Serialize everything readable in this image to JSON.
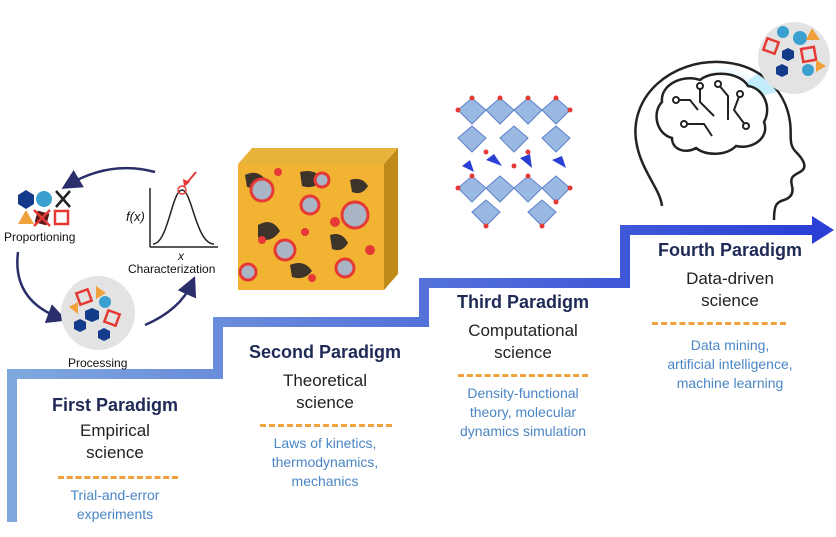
{
  "paradigms": [
    {
      "title": "First Paradigm",
      "subtitle": [
        "Empirical",
        "science"
      ],
      "description": [
        "Trial-and-error",
        "experiments"
      ]
    },
    {
      "title": "Second Paradigm",
      "subtitle": [
        "Theoretical",
        "science"
      ],
      "description": [
        "Laws of kinetics,",
        "thermodynamics,",
        "mechanics"
      ]
    },
    {
      "title": "Third Paradigm",
      "subtitle": [
        "Computational",
        "science"
      ],
      "description": [
        "Density-functional",
        "theory, molecular",
        "dynamics simulation"
      ]
    },
    {
      "title": "Fourth Paradigm",
      "subtitle": [
        "Data-driven",
        "science"
      ],
      "description": [
        "Data mining,",
        "artificial intelligence,",
        "machine learning"
      ]
    }
  ],
  "cycle": {
    "proportioning": "Proportioning",
    "characterization": "Characterization",
    "processing": "Processing",
    "fx_label": "f(x)",
    "x_label": "x"
  },
  "colors": {
    "staircase": "#3a63c8",
    "accent_orange": "#f0a13b",
    "title_navy": "#1f2a56",
    "desc_blue": "#4a86c5",
    "shape_red": "#e53935",
    "shape_cyan": "#3aa0d0",
    "shape_navy": "#143a8a"
  },
  "icons": [
    "microstructure-cube-icon",
    "crystal-lattice-icon",
    "ai-brain-head-icon",
    "ingredients-icon",
    "distribution-curve-icon"
  ]
}
